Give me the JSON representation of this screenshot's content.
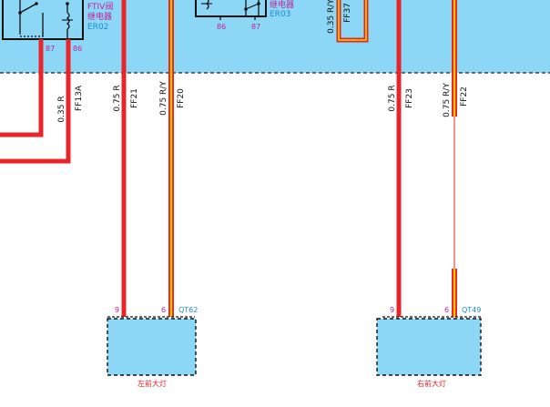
{
  "colors": {
    "panel": "#8cd7f5",
    "red": "#e8242a",
    "yellow": "#f5c400",
    "black": "#111111",
    "magenta": "#c0249b",
    "cyan": "#1a8fd0"
  },
  "relays": [
    {
      "name_line1": "FTIV阀",
      "name_line2": "继电器",
      "code": "ER02",
      "pins": [
        "87",
        "86"
      ]
    },
    {
      "name_line1": "",
      "name_line2": "继电器",
      "code": "ER03",
      "pins": [
        "86",
        "87"
      ]
    }
  ],
  "wires": [
    {
      "spec": "0.35 R",
      "circuit": "FF13A"
    },
    {
      "spec": "0.75 R",
      "circuit": "FF21"
    },
    {
      "spec": "0.75 R/Y",
      "circuit": "FF20"
    },
    {
      "spec": "0.35 R/Y",
      "circuit": "FF37"
    },
    {
      "spec": "0.75 R",
      "circuit": "FF23"
    },
    {
      "spec": "0.75 R/Y",
      "circuit": "FF22"
    }
  ],
  "connectors": [
    {
      "id": "QT62",
      "pin_a": "9",
      "pin_b": "6",
      "label": "左前大灯"
    },
    {
      "id": "QT49",
      "pin_a": "9",
      "pin_b": "6",
      "label": "右前大灯"
    }
  ]
}
